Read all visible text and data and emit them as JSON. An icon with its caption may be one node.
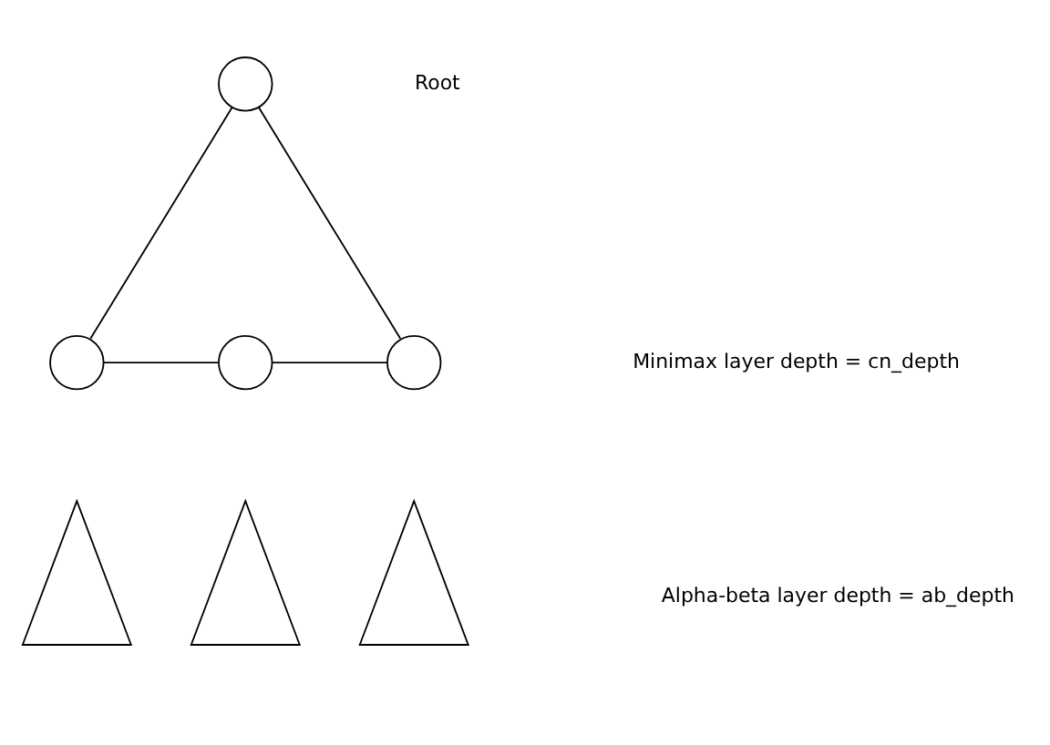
{
  "diagram": {
    "nodes": [
      {
        "text": [],
        "shape": "circle"
      },
      {
        "text": [],
        "shape": "circle"
      },
      {
        "text": [],
        "shape": "circle"
      },
      {
        "text": [],
        "shape": "circle"
      },
      {
        "text": [],
        "shape": "triangle"
      },
      {
        "text": [],
        "shape": "triangle"
      },
      {
        "text": [],
        "shape": "triangle"
      }
    ],
    "edges": [
      {
        "from": 0,
        "to": 1,
        "arrow": "none"
      },
      {
        "from": 0,
        "to": 3,
        "arrow": "none"
      },
      {
        "from": 1,
        "to": 2,
        "arrow": "none"
      },
      {
        "from": 2,
        "to": 3,
        "arrow": "none"
      }
    ],
    "labels": [
      "Root",
      "Minimax layer depth = cn_depth",
      "Alpha-beta layer depth = ab_depth"
    ]
  }
}
